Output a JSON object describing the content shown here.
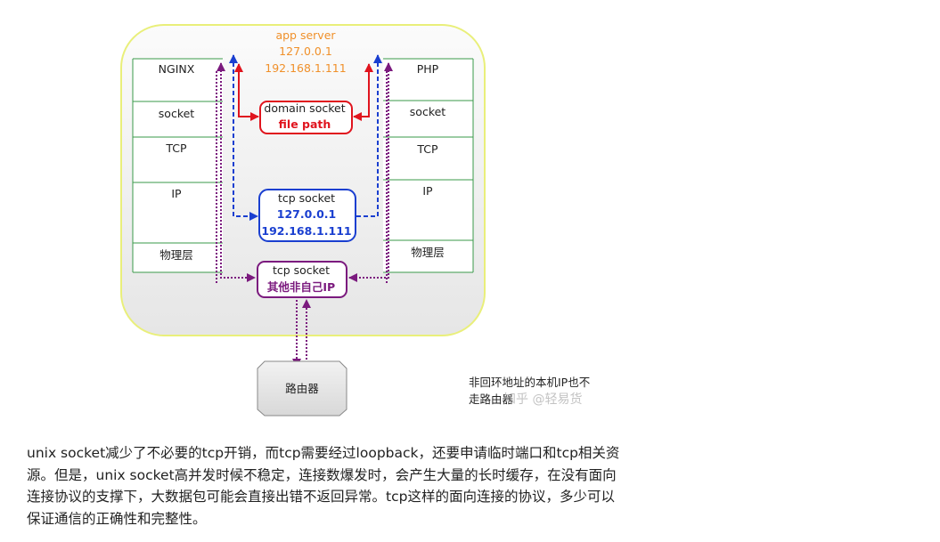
{
  "server": {
    "title": "app server",
    "ip1": "127.0.0.1",
    "ip2": "192.168.1.111"
  },
  "left_stack": [
    "NGINX",
    "socket",
    "TCP",
    "IP",
    "物理层"
  ],
  "right_stack": [
    "PHP",
    "socket",
    "TCP",
    "IP",
    "物理层"
  ],
  "domain_socket": {
    "title": "domain socket",
    "sub": "file path"
  },
  "tcp_socket_local": {
    "title": "tcp socket",
    "ip1": "127.0.0.1",
    "ip2": "192.168.1.111"
  },
  "tcp_socket_other": {
    "title": "tcp socket",
    "sub": "其他非自己IP"
  },
  "router": {
    "label": "路由器"
  },
  "note": {
    "line1": "非回环地址的本机IP也不",
    "line2": "走路由器"
  },
  "watermark": "知乎 @轻易货",
  "paragraph": [
    "unix socket减少了不必要的tcp开销，而tcp需要经过loopback，还要申请临时端口和tcp相关资",
    "源。但是，unix socket高并发时候不稳定，连接数爆发时，会产生大量的长时缓存，在没有面向",
    "连接协议的支撑下，大数据包可能会直接出错不返回异常。tcp这样的面向连接的协议，多少可以",
    "保证通信的正确性和完整性。"
  ],
  "colors": {
    "domain": "#e0141e",
    "tcp": "#1a3fd0",
    "other": "#7b1a7e",
    "server_title": "#f0902a",
    "stack_line": "#3a9a4a"
  }
}
